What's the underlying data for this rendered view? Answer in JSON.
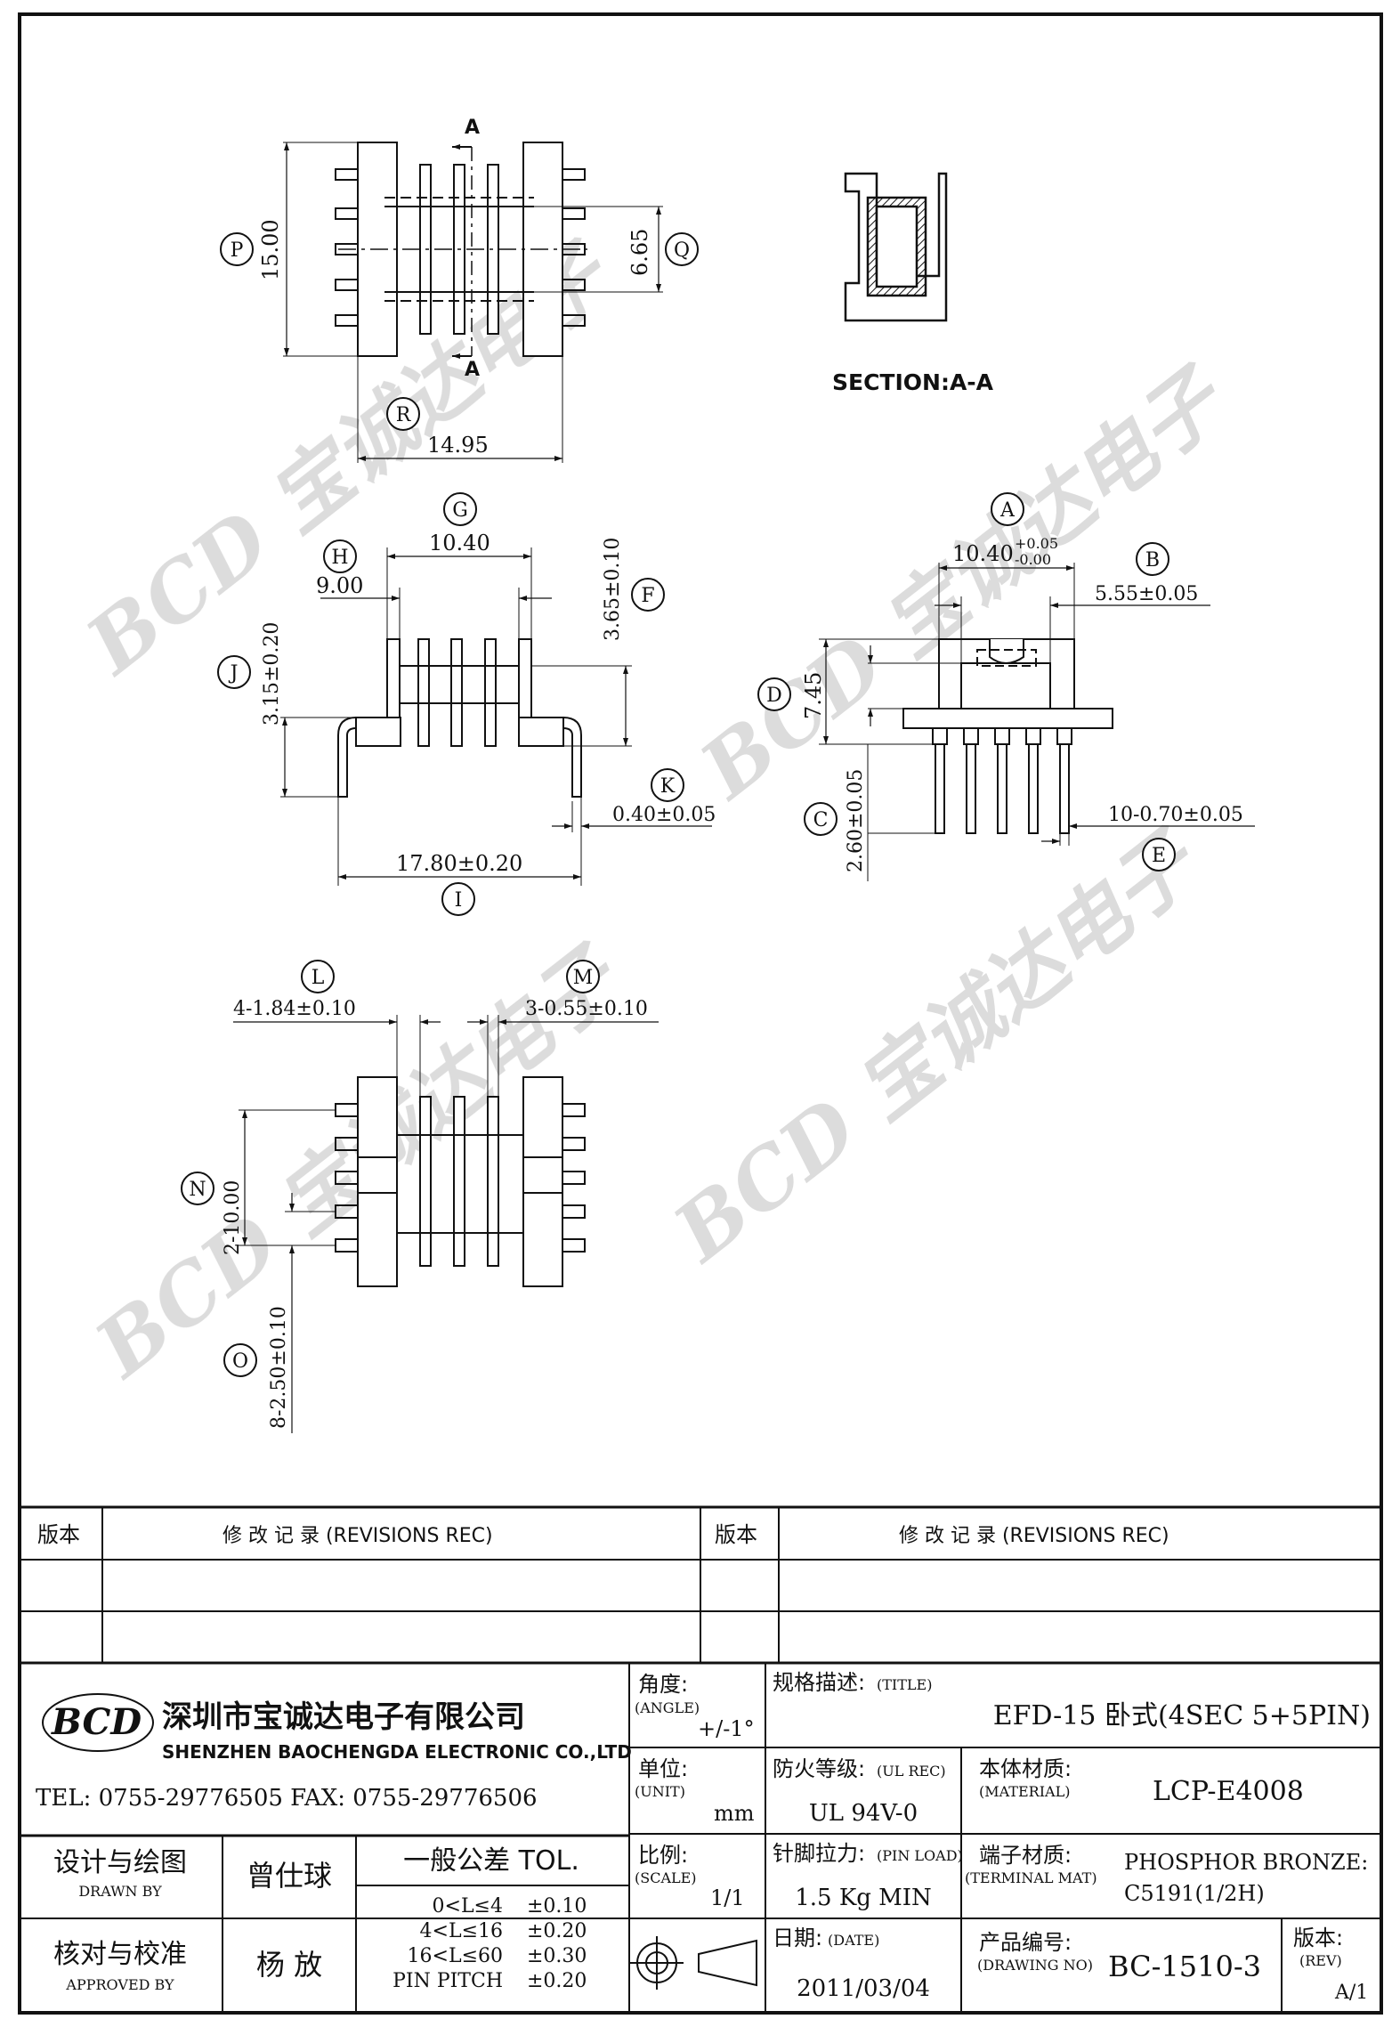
{
  "view_top": {
    "dim_height": "15.00",
    "dim_window": "6.65",
    "dim_width": "14.95",
    "section_mark": "A",
    "labels": {
      "p": "P",
      "q": "Q",
      "r": "R"
    }
  },
  "section": {
    "caption": "SECTION:A-A"
  },
  "view_front": {
    "dim_g": "10.40",
    "dim_h": "9.00",
    "dim_f": "3.65±0.10",
    "dim_j": "3.15±0.20",
    "dim_k": "0.40±0.05",
    "dim_i": "17.80±0.20",
    "labels": {
      "g": "G",
      "h": "H",
      "f": "F",
      "j": "J",
      "k": "K",
      "i": "I"
    }
  },
  "view_side": {
    "dim_a_base": "10.40",
    "dim_a_tol_plus": "+0.05",
    "dim_a_tol_minus": "-0.00",
    "dim_b": "5.55±0.05",
    "dim_d": "7.45",
    "dim_c": "2.60±0.05",
    "dim_e": "10-0.70±0.05",
    "labels": {
      "a": "A",
      "b": "B",
      "c": "C",
      "d": "D",
      "e": "E"
    }
  },
  "view_bottom": {
    "dim_l": "4-1.84±0.10",
    "dim_m": "3-0.55±0.10",
    "dim_n": "2-10.00",
    "dim_o": "8-2.50±0.10",
    "labels": {
      "l": "L",
      "m": "M",
      "n": "N",
      "o": "O"
    }
  },
  "watermark": {
    "text": "BCD 宝诚达电子"
  },
  "revisions": {
    "col_version": "版本",
    "col_record": "修  改  记  录  (REVISIONS REC)"
  },
  "title_block": {
    "company_cn": "深圳市宝诚达电子有限公司",
    "company_en": "SHENZHEN BAOCHENGDA ELECTRONIC CO.,LTD",
    "logo_text": "BCD",
    "phone": "TEL: 0755-29776505  FAX: 0755-29776506",
    "angle_label": "角度:",
    "angle_label_en": "(ANGLE)",
    "angle_value": "+/-1°",
    "unit_label": "单位:",
    "unit_label_en": "(UNIT)",
    "unit_value": "mm",
    "scale_label": "比例:",
    "scale_label_en": "(SCALE)",
    "scale_value": "1/1",
    "title_label": "规格描述:",
    "title_label_en": "(TITLE)",
    "title_value": "EFD-15 卧式(4SEC 5+5PIN)",
    "ul_label": "防火等级:",
    "ul_label_en": "(UL REC)",
    "ul_value": "UL 94V-0",
    "material_label": "本体材质:",
    "material_label_en": "(MATERIAL)",
    "material_value": "LCP-E4008",
    "pin_load_label": "针脚拉力:",
    "pin_load_label_en": "(PIN LOAD)",
    "pin_load_value": "1.5 Kg MIN",
    "terminal_label": "端子材质:",
    "terminal_label_en": "(TERMINAL MAT)",
    "terminal_value_1": "PHOSPHOR BRONZE:",
    "terminal_value_2": "C5191(1/2H)",
    "date_label": "日期:",
    "date_label_en": "(DATE)",
    "date_value": "2011/03/04",
    "drawing_label": "产品编号:",
    "drawing_label_en": "(DRAWING NO)",
    "drawing_value": "BC-1510-3",
    "rev_label": "版本:",
    "rev_label_en": "(REV)",
    "rev_value": "A/1",
    "drawn_label": "设计与绘图",
    "drawn_label_en": "DRAWN BY",
    "drawn_value": "曾仕球",
    "approved_label": "核对与校准",
    "approved_label_en": "APPROVED BY",
    "approved_value": "杨  放",
    "tol_title": "一般公差 TOL.",
    "tol_rows": [
      {
        "range": "0<L≤4",
        "value": "±0.10"
      },
      {
        "range": "4<L≤16",
        "value": "±0.20"
      },
      {
        "range": "16<L≤60",
        "value": "±0.30"
      },
      {
        "range": "PIN PITCH",
        "value": "±0.20"
      }
    ]
  }
}
